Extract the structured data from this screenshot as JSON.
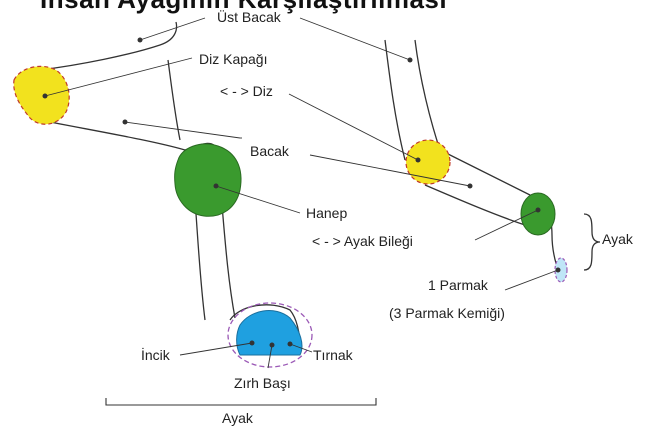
{
  "title": "İnsan Ayağının Karşılaştırılması",
  "labels": {
    "ust_bacak": "Üst Bacak",
    "diz_kapagi": "Diz Kapağı",
    "diz": "< - > Diz",
    "bacak": "Bacak",
    "hanep": "Hanep",
    "ayak_bilegi": "< - > Ayak Bileği",
    "ayak_right": "Ayak",
    "parmak": "1 Parmak",
    "parmak_kemigi": "(3 Parmak Kemiği)",
    "incik": "İncik",
    "tirnak": "Tırnak",
    "zirh_basi": "Zırh Başı",
    "ayak_bottom": "Ayak"
  },
  "colors": {
    "yellow": "#f2e21e",
    "green": "#3a9a2e",
    "blue": "#1fa0e0",
    "red_dash": "#c0392b",
    "purple_dash": "#9b59b6",
    "line": "#333333"
  }
}
